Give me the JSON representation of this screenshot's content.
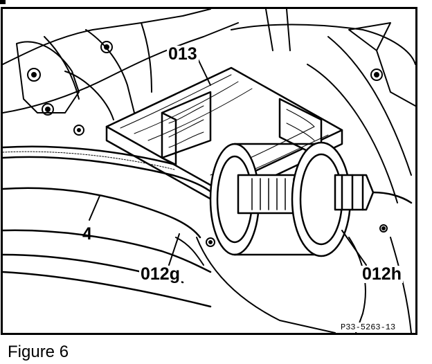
{
  "figure": {
    "labels": {
      "part_013": "013",
      "part_4": "4",
      "part_012g": "012g",
      "part_012h": "012h"
    },
    "reference_code": "P33-5263-13"
  },
  "caption": "Figure 6",
  "colors": {
    "ink": "#000000",
    "paper": "#ffffff"
  }
}
